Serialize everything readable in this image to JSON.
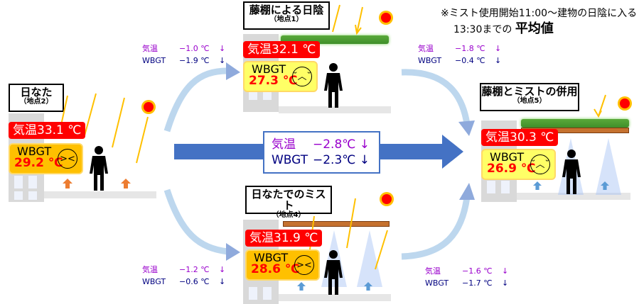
{
  "note": {
    "line1": "※ミスト使用開始11:00～建物の日陰に入る",
    "line2_prefix": "13:30までの",
    "line2_emphasis": "平均値"
  },
  "sites": {
    "hinata": {
      "title": "日なた",
      "subtitle": "（地点2）",
      "air_temp": "気温33.1 ℃",
      "wbgt_label": "WBGT",
      "wbgt_value": "29.2 ℃",
      "face": "very-hot-face",
      "wbgt_color": "#ffc000"
    },
    "trellis": {
      "title": "藤棚による日陰",
      "subtitle": "（地点1）",
      "air_temp": "気温32.1 ℃",
      "wbgt_label": "WBGT",
      "wbgt_value": "27.3 ℃",
      "face": "sweating-face",
      "wbgt_color": "#ffff66"
    },
    "mist": {
      "title": "日なたでのミスト",
      "subtitle": "（地点4）",
      "air_temp": "気温31.9 ℃",
      "wbgt_label": "WBGT",
      "wbgt_value": "28.6 ℃",
      "face": "very-hot-face",
      "wbgt_color": "#ffc000"
    },
    "combined": {
      "title": "藤棚とミストの併用",
      "subtitle": "（地点5）",
      "air_temp": "気温30.3 ℃",
      "wbgt_label": "WBGT",
      "wbgt_value": "26.9 ℃",
      "face": "sweating-face",
      "wbgt_color": "#ffff66"
    }
  },
  "differences": {
    "hinata_to_trellis": {
      "air_label": "気温",
      "air_value": "−1.0 ℃",
      "wbgt_label": "WBGT",
      "wbgt_value": "−1.9 ℃",
      "arrow": "↓"
    },
    "trellis_to_combined": {
      "air_label": "気温",
      "air_value": "−1.8 ℃",
      "wbgt_label": "WBGT",
      "wbgt_value": "−0.4 ℃",
      "arrow": "↓"
    },
    "hinata_to_mist": {
      "air_label": "気温",
      "air_value": "−1.2 ℃",
      "wbgt_label": "WBGT",
      "wbgt_value": "−0.6 ℃",
      "arrow": "↓"
    },
    "mist_to_combined": {
      "air_label": "気温",
      "air_value": "−1.6 ℃",
      "wbgt_label": "WBGT",
      "wbgt_value": "−1.7 ℃",
      "arrow": "↓"
    },
    "hinata_to_combined": {
      "air_label": "気温",
      "air_value": "−2.8℃",
      "wbgt_label": "WBGT",
      "wbgt_value": "−2.3℃",
      "arrow": "↓"
    }
  },
  "colors": {
    "air_diff": "#9900cc",
    "wbgt_diff": "#000080",
    "main_arrow": "#4472c4",
    "curve_arrow": "#bdd7ee",
    "temp_badge": "#ff0000"
  }
}
